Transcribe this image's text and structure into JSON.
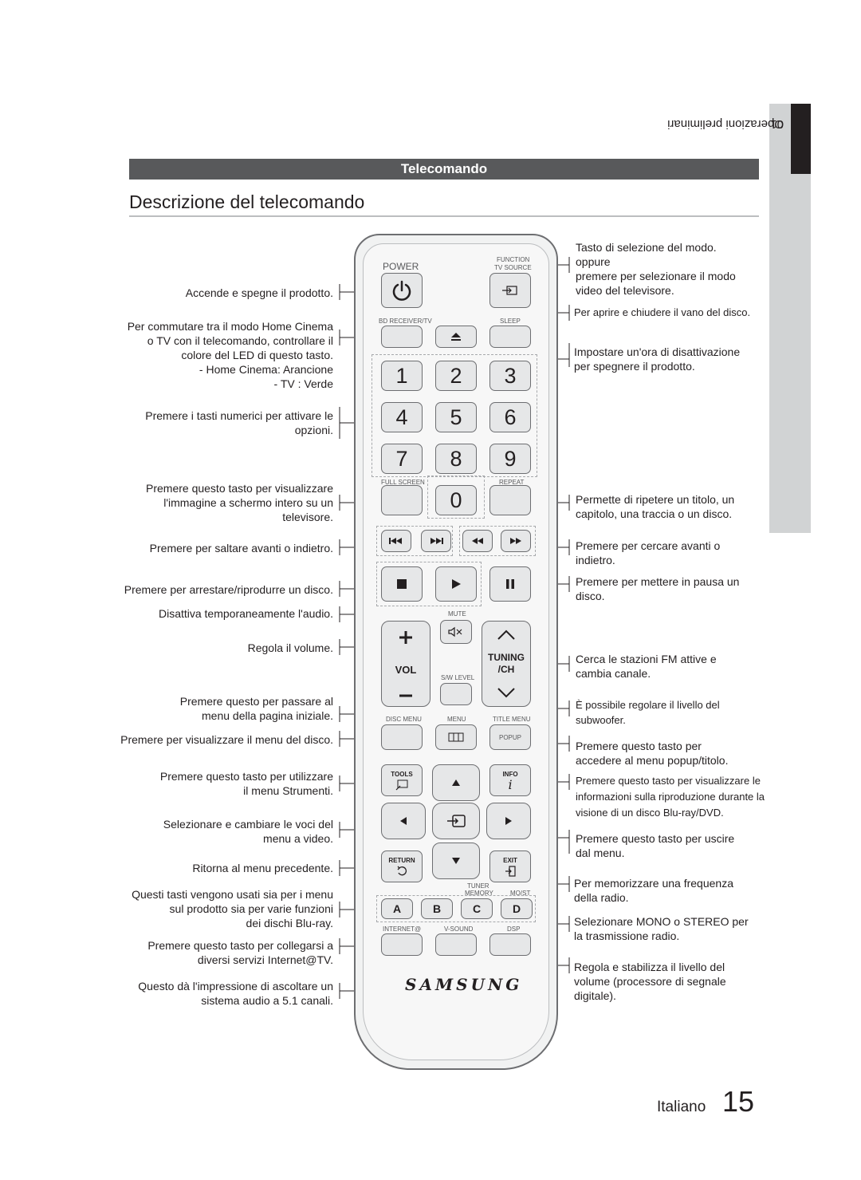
{
  "header": {
    "section": "Telecomando",
    "title": "Descrizione del telecomando",
    "side_tab_number": "01",
    "side_tab_label": "Operazioni preliminari"
  },
  "remote_labels": {
    "power": "POWER",
    "function_tv_source": [
      "FUNCTION",
      "TV SOURCE"
    ],
    "bd_receiver_tv": "BD RECEIVER/TV",
    "sleep": "SLEEP",
    "full_screen": "FULL SCREEN",
    "repeat": "REPEAT",
    "mute": "MUTE",
    "vol": "VOL",
    "tuning_ch": [
      "TUNING",
      "/CH"
    ],
    "sw_level": "S/W LEVEL",
    "disc_menu": "DISC MENU",
    "menu": "MENU",
    "title_menu": "TITLE MENU",
    "popup": "POPUP",
    "tools": "TOOLS",
    "info": "INFO",
    "return": "RETURN",
    "exit": "EXIT",
    "tuner_memory": [
      "TUNER",
      "MEMORY"
    ],
    "mo_st": "MO/ST",
    "internet": "INTERNET@",
    "v_sound": "V-SOUND",
    "dsp": "DSP",
    "digits": [
      "1",
      "2",
      "3",
      "4",
      "5",
      "6",
      "7",
      "8",
      "9",
      "0"
    ],
    "abcd": [
      "A",
      "B",
      "C",
      "D"
    ],
    "brand": "SAMSUNG"
  },
  "annotations_left": {
    "power": "Accende e spegne il prodotto.",
    "bd_receiver": [
      "Per commutare tra il modo Home Cinema",
      "o TV con il telecomando, controllare il",
      "colore del LED di questo tasto.",
      "- Home Cinema: Arancione",
      "- TV : Verde"
    ],
    "number": [
      "Premere i tasti numerici per attivare le",
      "opzioni."
    ],
    "full_screen": [
      "Premere questo tasto per visualizzare",
      "l'immagine a schermo intero su un",
      "televisore."
    ],
    "skip": "Premere per saltare avanti o indietro.",
    "stop_play": "Premere per arrestare/riprodurre un disco.",
    "mute": "Disattiva temporaneamente l'audio.",
    "volume": "Regola il volume.",
    "home_menu": [
      "Premere questo per passare al",
      "menu della pagina iniziale."
    ],
    "disc_menu": "Premere per visualizzare il menu del disco.",
    "tools": [
      "Premere questo tasto per utilizzare",
      "il menu Strumenti."
    ],
    "cursor": [
      "Selezionare e cambiare le voci del",
      "menu a video."
    ],
    "return": "Ritorna al menu precedente.",
    "abcd": [
      "Questi tasti vengono usati sia per i menu",
      "sul prodotto sia per varie funzioni",
      "dei dischi Blu-ray."
    ],
    "internet": [
      "Premere questo tasto per collegarsi a",
      "diversi servizi Internet@TV."
    ],
    "v_sound": [
      "Questo dà l'impressione di ascoltare un",
      "sistema audio a 5.1 canali."
    ]
  },
  "annotations_right": {
    "function": [
      "Tasto di selezione del modo.",
      "oppure",
      "premere per selezionare il modo",
      "video del televisore."
    ],
    "eject": "Per aprire e chiudere il vano del disco.",
    "sleep": [
      "Impostare un'ora di disattivazione",
      "per spegnere il prodotto."
    ],
    "repeat": [
      "Permette di ripetere un titolo, un",
      "capitolo, una traccia o un disco."
    ],
    "search": [
      "Premere per cercare avanti o",
      "indietro."
    ],
    "pause": [
      "Premere per mettere in pausa un",
      "disco."
    ],
    "tuning": [
      "Cerca le stazioni FM attive e",
      "cambia canale."
    ],
    "sw_level": [
      "È possibile regolare il livello del",
      "subwoofer."
    ],
    "popup": [
      "Premere questo tasto per",
      "accedere al menu popup/titolo."
    ],
    "info": [
      "Premere questo tasto per visualizzare le",
      "informazioni sulla riproduzione durante la",
      "visione di un disco Blu-ray/DVD."
    ],
    "exit": [
      "Premere questo tasto per uscire",
      "dal menu."
    ],
    "tuner_memory": [
      "Per memorizzare una frequenza",
      "della radio."
    ],
    "mo_st": [
      "Selezionare MONO o STEREO per",
      "la trasmissione radio."
    ],
    "dsp": [
      "Regola e stabilizza il livello del",
      "volume (processore di segnale",
      "digitale)."
    ]
  },
  "footer": {
    "language": "Italiano",
    "page_number": "15"
  },
  "colors": {
    "section_bar": "#58595b",
    "side_tab": "#d1d3d4",
    "side_tab_dark": "#231f20",
    "button_fill": "#e6e7e8"
  }
}
